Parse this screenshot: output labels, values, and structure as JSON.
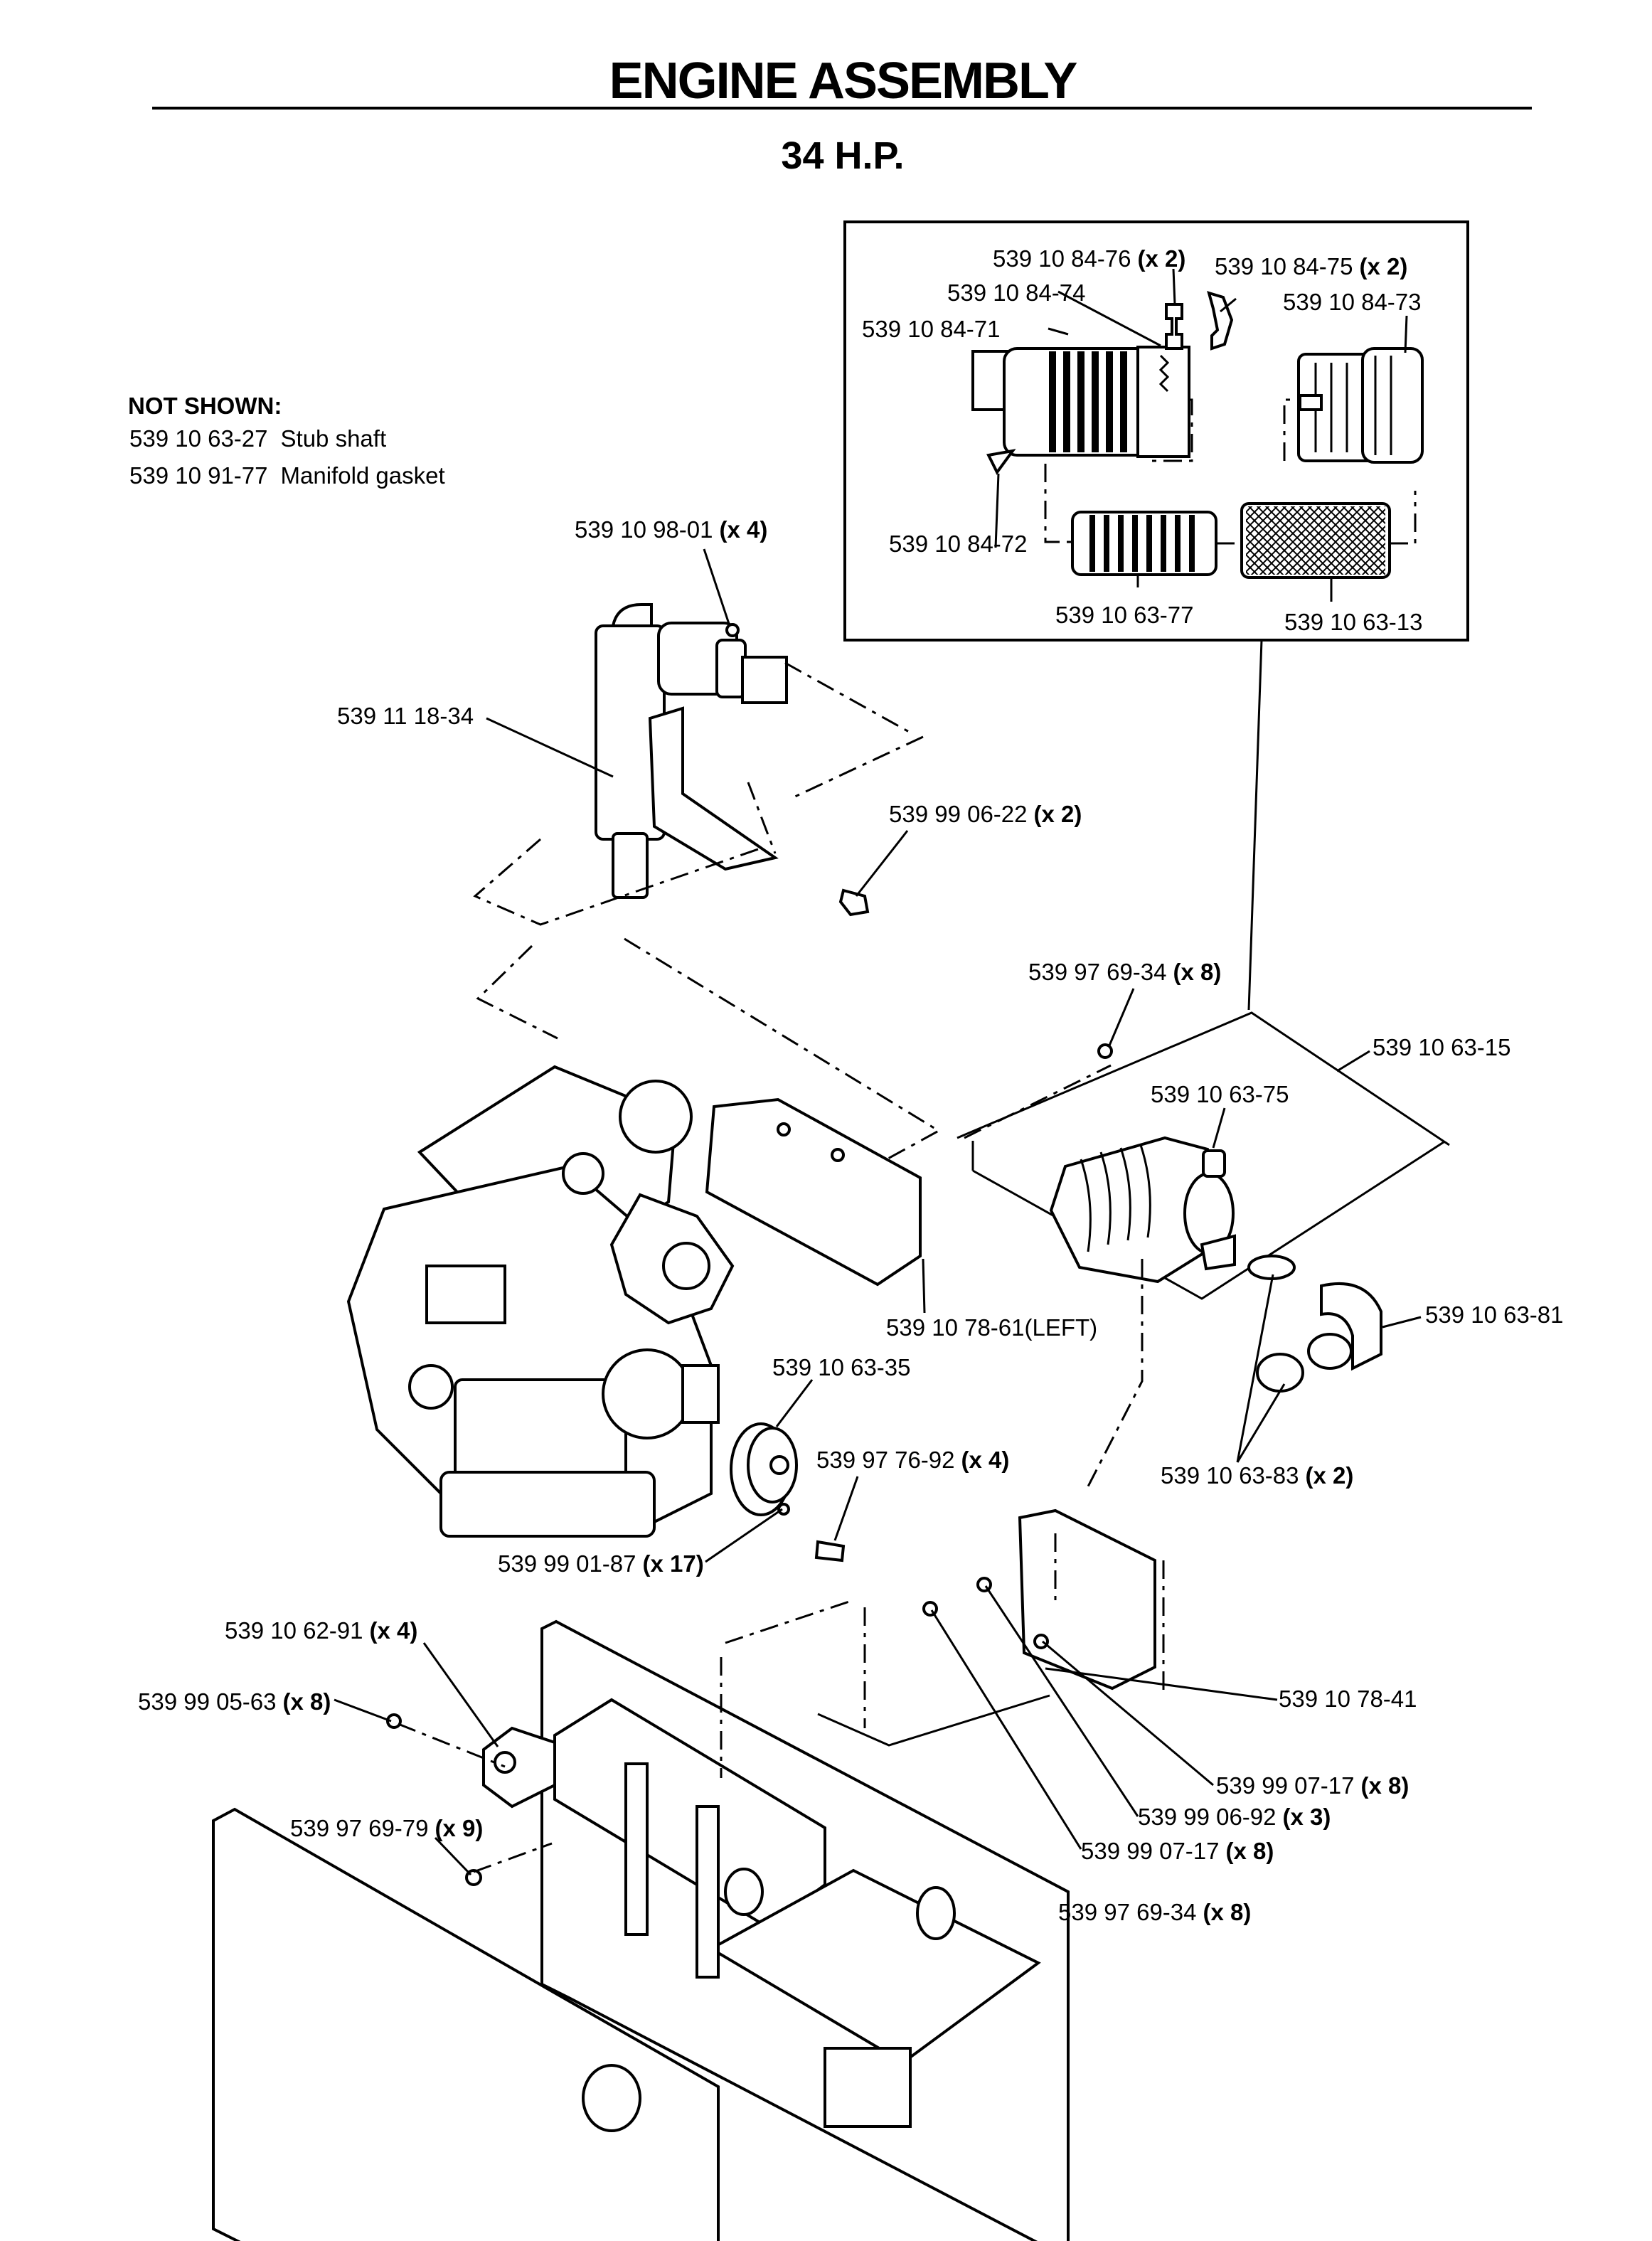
{
  "header": {
    "title": "ENGINE ASSEMBLY",
    "subtitle": "34 H.P."
  },
  "not_shown": {
    "heading": "NOT SHOWN:",
    "items": [
      {
        "part": "539 10 63-27",
        "desc": "Stub shaft"
      },
      {
        "part": "539 10 91-77",
        "desc": "Manifold gasket"
      }
    ]
  },
  "callouts": [
    {
      "part": "539 10 84-76",
      "qty": "(x 2)"
    },
    {
      "part": "539 10 84-75",
      "qty": "(x 2)"
    },
    {
      "part": "539 10 84-74",
      "qty": ""
    },
    {
      "part": "539 10 84-73",
      "qty": ""
    },
    {
      "part": "539 10 84-71",
      "qty": ""
    },
    {
      "part": "539 10 84-72",
      "qty": ""
    },
    {
      "part": "539 10 63-77",
      "qty": ""
    },
    {
      "part": "539 10 63-13",
      "qty": ""
    },
    {
      "part": "539 10 98-01",
      "qty": "(x 4)"
    },
    {
      "part": "539 11 18-34",
      "qty": ""
    },
    {
      "part": "539 99 06-22",
      "qty": "(x 2)"
    },
    {
      "part": "539 97 69-34",
      "qty": "(x 8)"
    },
    {
      "part": "539 10 63-15",
      "qty": ""
    },
    {
      "part": "539 10 63-75",
      "qty": ""
    },
    {
      "part": "539 10 78-61(LEFT)",
      "qty": ""
    },
    {
      "part": "539 10 63-81",
      "qty": ""
    },
    {
      "part": "539 10 63-35",
      "qty": ""
    },
    {
      "part": "539 97 76-92",
      "qty": "(x 4)"
    },
    {
      "part": "539 10 63-83",
      "qty": "(x 2)"
    },
    {
      "part": "539 99 01-87",
      "qty": "(x 17)"
    },
    {
      "part": "539 10 62-91",
      "qty": "(x 4)"
    },
    {
      "part": "539 99 05-63",
      "qty": "(x 8)"
    },
    {
      "part": "539 10 78-41",
      "qty": ""
    },
    {
      "part": "539 99 07-17",
      "qty": "(x 8)"
    },
    {
      "part": "539 99 06-92",
      "qty": "(x 3)"
    },
    {
      "part": "539 97 69-79",
      "qty": "(x 9)"
    },
    {
      "part": "539 99 07-17",
      "qty": "(x 8)"
    },
    {
      "part": "539 97 69-34",
      "qty": "(x 8)"
    }
  ]
}
